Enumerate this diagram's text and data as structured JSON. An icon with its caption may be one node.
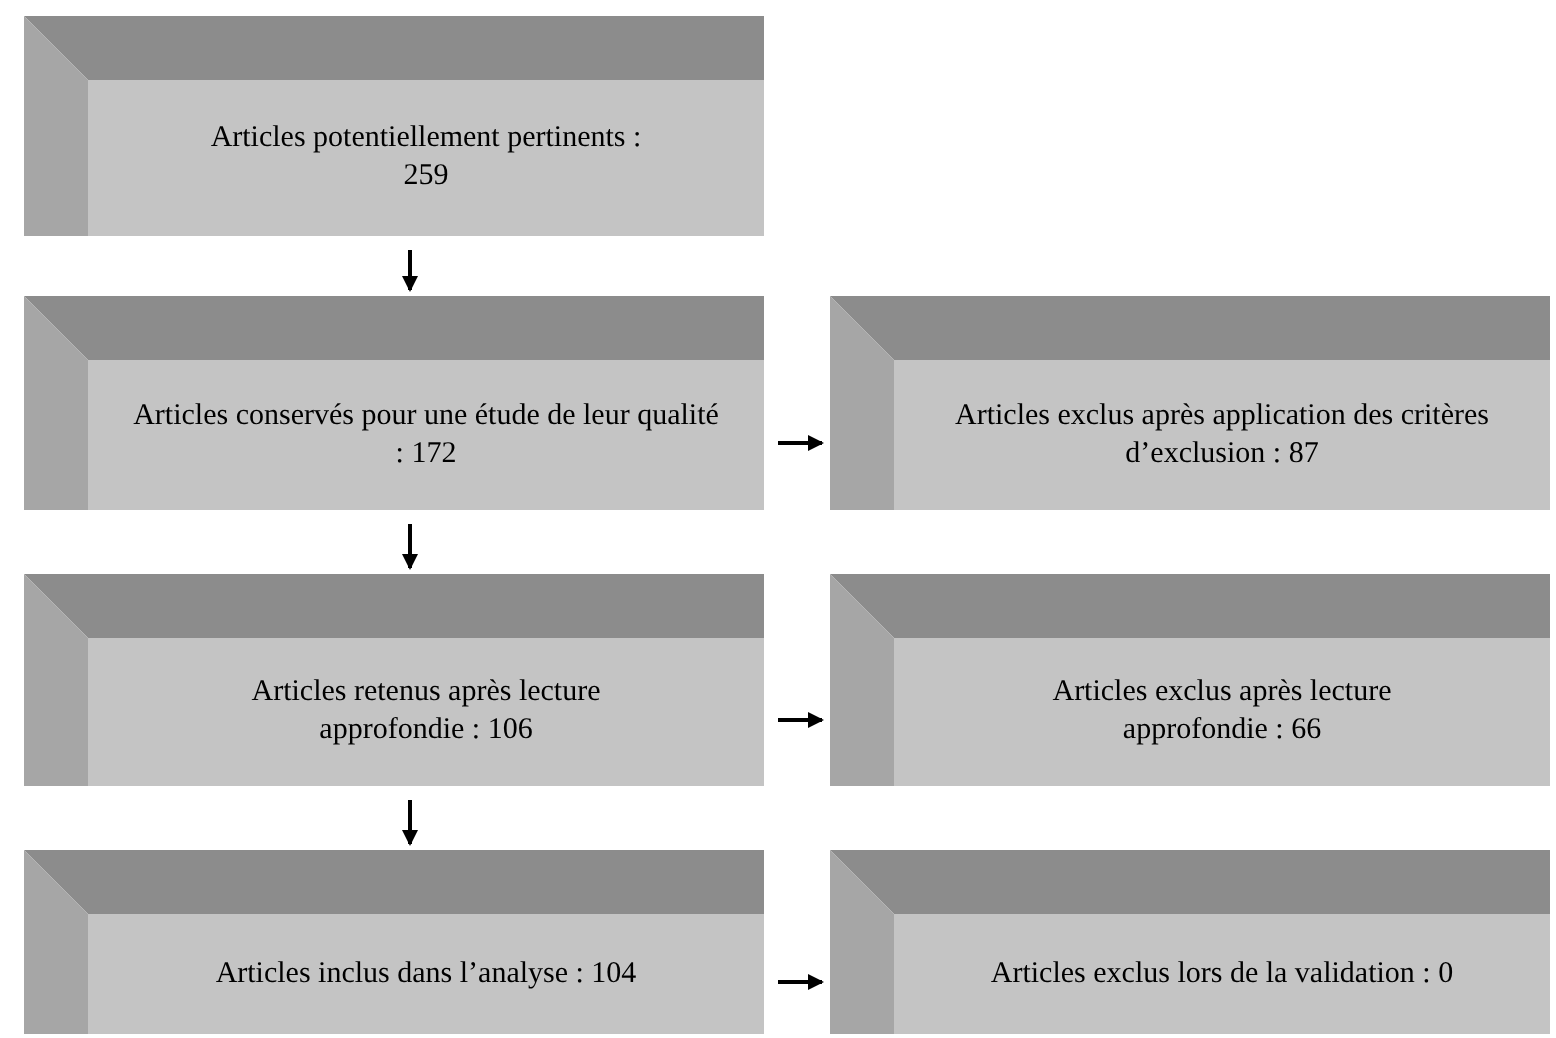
{
  "diagram": {
    "nodes": [
      {
        "text": [
          "Articles potentiellement pertinents : 259"
        ]
      },
      {
        "text": [
          "Articles conservés pour une étude de leur qualité : 172"
        ]
      },
      {
        "text": [
          "Articles exclus après application des critères d’exclusion : 87"
        ]
      },
      {
        "text": [
          "Articles retenus après lecture approfondie : 106"
        ]
      },
      {
        "text": [
          "Articles exclus après lecture approfondie : 66"
        ]
      },
      {
        "text": [
          "Articles inclus dans l’analyse : 104"
        ]
      },
      {
        "text": [
          "Articles exclus lors de la validation : 0"
        ]
      }
    ],
    "edges": [
      {
        "from": 0,
        "to": 1,
        "arrow": "to"
      },
      {
        "from": 1,
        "to": 2,
        "arrow": "to"
      },
      {
        "from": 1,
        "to": 3,
        "arrow": "to"
      },
      {
        "from": 3,
        "to": 4,
        "arrow": "to"
      },
      {
        "from": 3,
        "to": 5,
        "arrow": "to"
      },
      {
        "from": 5,
        "to": 6,
        "arrow": "to"
      }
    ]
  }
}
